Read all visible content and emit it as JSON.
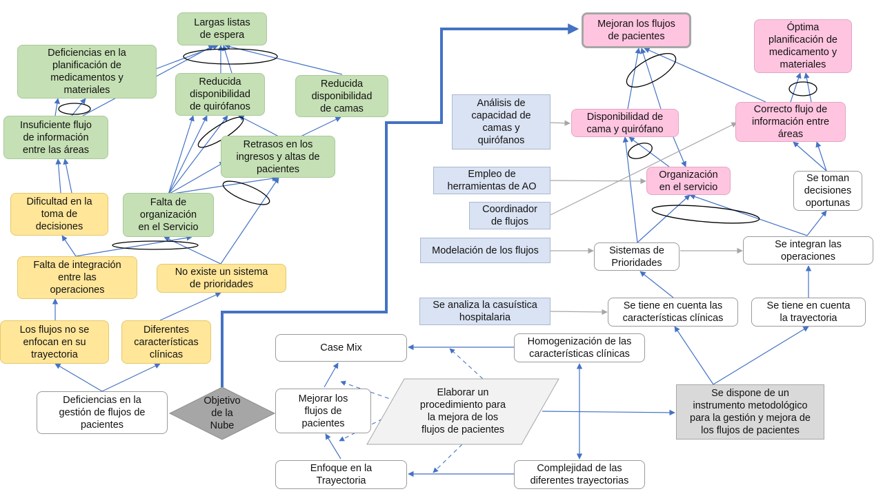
{
  "nodes": {
    "largas_listas": "Largas listas\nde espera",
    "deficiencias_planificacion": "Deficiencias en la\nplanificación de\nmedicamentos y\nmateriales",
    "reducida_quirofanos": "Reducida\ndisponibilidad\nde quirófanos",
    "reducida_camas": "Reducida\ndisponibilidad\nde camas",
    "insuficiente_flujo": "Insuficiente  flujo\nde información\nentre las áreas",
    "retrasos": "Retrasos en los\ningresos y altas de\npacientes",
    "dificultad": "Dificultad en la\ntoma de\ndecisiones",
    "falta_organizacion": "Falta de\norganización\nen el Servicio",
    "falta_integracion": "Falta de integración\nentre las\noperaciones",
    "no_existe": "No existe un sistema\nde prioridades",
    "los_flujos": "Los flujos  no se\nenfocan en su\ntrayectoria",
    "diferentes_caract": "Diferentes\ncaracterísticas\nclínicas",
    "deficiencias_gestion": "Deficiencias en la\ngestión de flujos  de\npacientes",
    "objetivo": "Objetivo\nde la\nNube",
    "case_mix": "Case Mix",
    "mejorar_flujos": "Mejorar los\nflujos  de\npacientes",
    "enfoque": "Enfoque  en la\nTrayectoria",
    "elaborar": "Elaborar un\nprocedimiento para\nla mejora de los\nflujos de pacientes",
    "homogenizacion": "Homogenización de las\ncaracterísticas clínicas",
    "complejidad": "Complejidad de las\ndiferentes trayectorias",
    "se_dispone": "Se dispone de un\ninstrumento metodológico\npara la gestión y mejora de\nlos flujos de pacientes",
    "mejoran_flujos": "Mejoran los flujos\nde pacientes",
    "optima": "Óptima\nplanificación de\nmedicamento y\nmateriales",
    "analisis": "Análisis de\ncapacidad de\ncamas y\nquirófanos",
    "disponibilidad": "Disponibilidad de\ncama y quirófano",
    "correcto_flujo": "Correcto flujo de\ninformación entre\náreas",
    "empleo": "Empleo de\nherramientas de AO",
    "organizacion_servicio": "Organización\nen el servicio",
    "se_toman": "Se toman\ndecisiones\noportunas",
    "coordinador": "Coordinador\nde flujos",
    "modelacion": "Modelación de los flujos",
    "sistemas_prioridades": "Sistemas de\nPrioridades",
    "se_integran": "Se integran las\noperaciones",
    "se_analiza": "Se analiza  la casuística\nhospitalaria",
    "se_tiene_caract": "Se tiene en cuenta las\ncaracterísticas clínicas",
    "se_tiene_trayectoria": "Se tiene en cuenta\nla trayectoria"
  },
  "colors": {
    "arrow": "#4472c4",
    "thick_arrow": "#4472c4",
    "grey_arrow": "#a6a6a6",
    "green": "#c5e0b4",
    "yellow": "#ffe699",
    "pink": "#ffc5e0",
    "blue": "#dae3f3",
    "grey": "#d9d9d9"
  }
}
